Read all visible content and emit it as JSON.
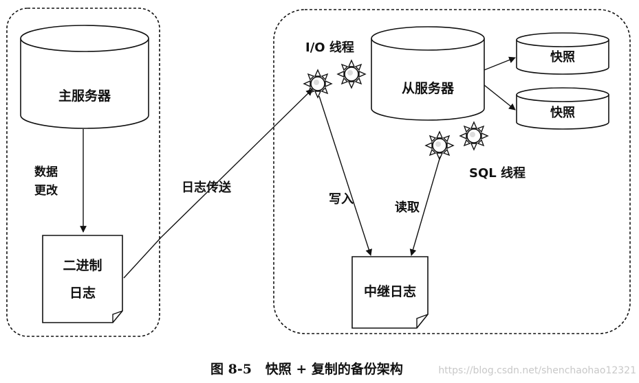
{
  "master_server": "主服务器",
  "data_change": [
    "数据",
    "更改"
  ],
  "binary_log": [
    "二进制",
    "日志"
  ],
  "log_shipping": "日志传送",
  "io_thread": "I/O 线程",
  "slave_server": "从服务器",
  "snapshots": [
    "快照",
    "快照"
  ],
  "sql_thread": "SQL 线程",
  "write_label": "写入",
  "read_label": "读取",
  "relay_log": "中继日志",
  "caption": "图 8-5   快照 + 复制的备份架构",
  "watermark": "https://blog.csdn.net/shenchaohao12321"
}
